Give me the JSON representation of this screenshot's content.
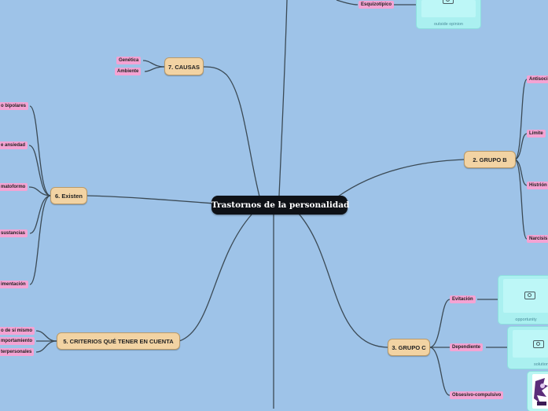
{
  "central": {
    "label": "Trastornos de la personalidad"
  },
  "main_topics": {
    "causas": "7. CAUSAS",
    "grupo_b": "2. GRUPO B",
    "existen": "6. Existen",
    "grupo_c": "3. GRUPO C",
    "criterios": "5. CRITERIOS QUÉ TENER EN CUENTA"
  },
  "subtopics": {
    "esquizotipico": "Esquizotípico",
    "genetica": "Genética",
    "ambiente": "Ambiente",
    "bipolares": "o bipolares",
    "ansiedad": "e ansiedad",
    "somatoformo": "matoformo",
    "sustancias": "sustancias",
    "alimentacion": "imentación",
    "antisocial": "Antisoci",
    "limite": "Límite",
    "histrionico": "Histrión",
    "narcisista": "Narcisis",
    "evitacion": "Evitación",
    "dependiente": "Dependiente",
    "obsesivo": "Obsesivo-compulsivo",
    "mismo": "o de sí mismo",
    "comportamiento": "mportamiento",
    "interpersonales": "terpersonales"
  },
  "cards": {
    "outside_opinion": "outside opinion",
    "opportunity": "opportunity",
    "solution": "solution"
  },
  "colors": {
    "background": "#9ec3e8",
    "central": "#0e1116",
    "main_node": "#f2d3a3",
    "sub_node": "#f4a3d3",
    "card": "#aaf0f0",
    "connector": "#3b4a55"
  },
  "icons": [
    "camera-icon",
    "character-icon"
  ]
}
